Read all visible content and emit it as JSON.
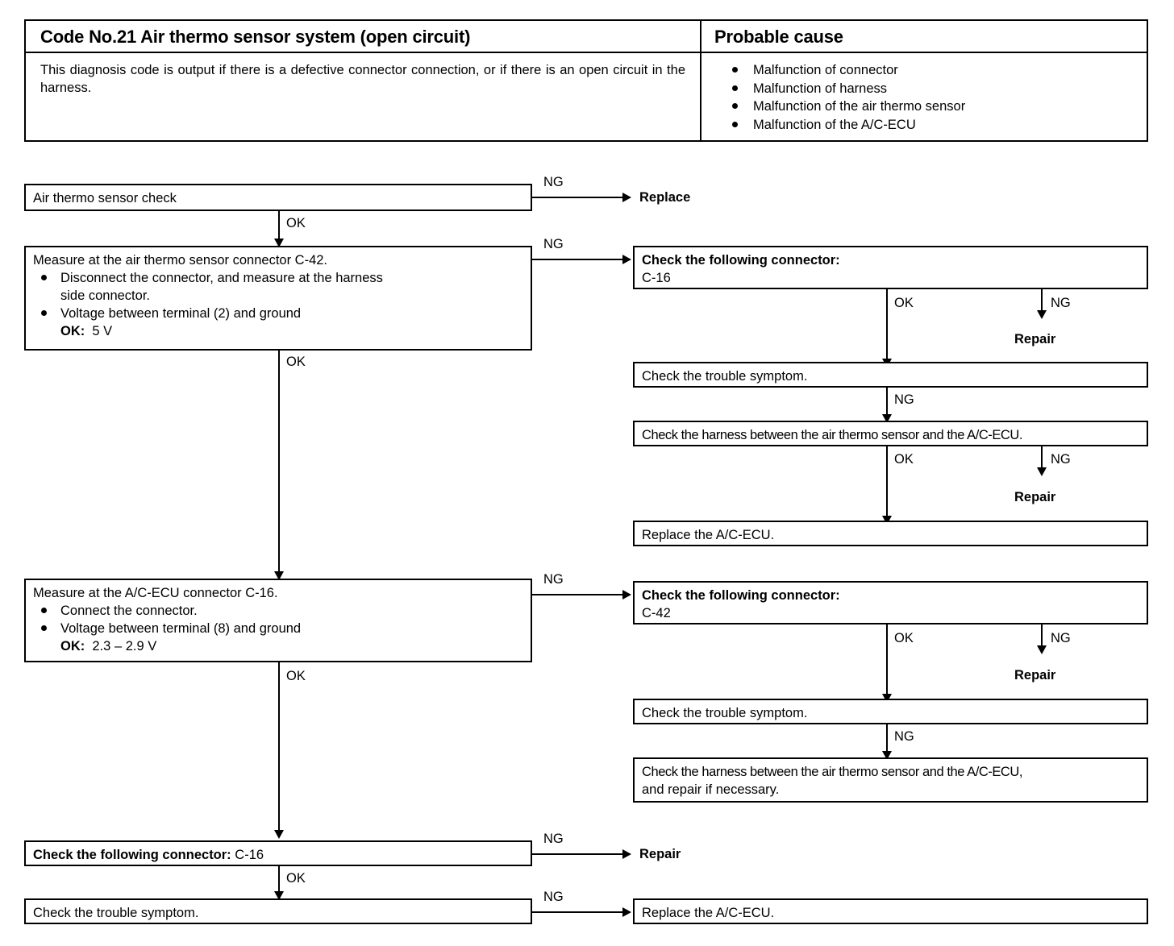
{
  "header": {
    "code_title": "Code No.21 Air thermo sensor system (open circuit)",
    "probable_cause_title": "Probable cause",
    "description": "This diagnosis code is output if there is a defective connector connection, or if there is an open circuit in the harness.",
    "causes": [
      "Malfunction of connector",
      "Malfunction of harness",
      "Malfunction of the air thermo sensor",
      "Malfunction of the A/C-ECU"
    ]
  },
  "labels": {
    "ok": "OK",
    "ng": "NG"
  },
  "flow": {
    "step1": {
      "title": "Air thermo sensor check"
    },
    "term_replace_1": "Replace",
    "step2": {
      "title": "Measure at the air thermo sensor connector C-42.",
      "bullet1": "Disconnect the connector, and measure at the harness",
      "bullet1_cont": "side connector.",
      "bullet2": "Voltage between terminal (2) and ground",
      "ok_label": "OK:",
      "ok_value": "5 V"
    },
    "step3": {
      "title": "Check the following connector:",
      "connector": "C-16"
    },
    "term_repair_1": "Repair",
    "step4": {
      "title": "Check the trouble symptom."
    },
    "step5": {
      "title": "Check the harness between the air thermo sensor and the A/C-ECU."
    },
    "term_repair_2": "Repair",
    "step6": {
      "title": "Replace the A/C-ECU."
    },
    "step7": {
      "title": "Measure at the A/C-ECU connector C-16.",
      "bullet1": "Connect the connector.",
      "bullet2": "Voltage between terminal (8) and ground",
      "ok_label": "OK:",
      "ok_value": "2.3 – 2.9 V"
    },
    "step8": {
      "title": "Check the following connector:",
      "connector": "C-42"
    },
    "term_repair_3": "Repair",
    "step9": {
      "title": "Check the trouble symptom."
    },
    "step10": {
      "line1": "Check the harness between the air thermo sensor and the A/C-ECU,",
      "line2": "and repair if necessary."
    },
    "step11": {
      "title": "Check the following connector:",
      "connector": "C-16"
    },
    "term_repair_4": "Repair",
    "step12": {
      "title": "Check the trouble symptom."
    },
    "step13": {
      "title": "Replace the A/C-ECU."
    }
  }
}
